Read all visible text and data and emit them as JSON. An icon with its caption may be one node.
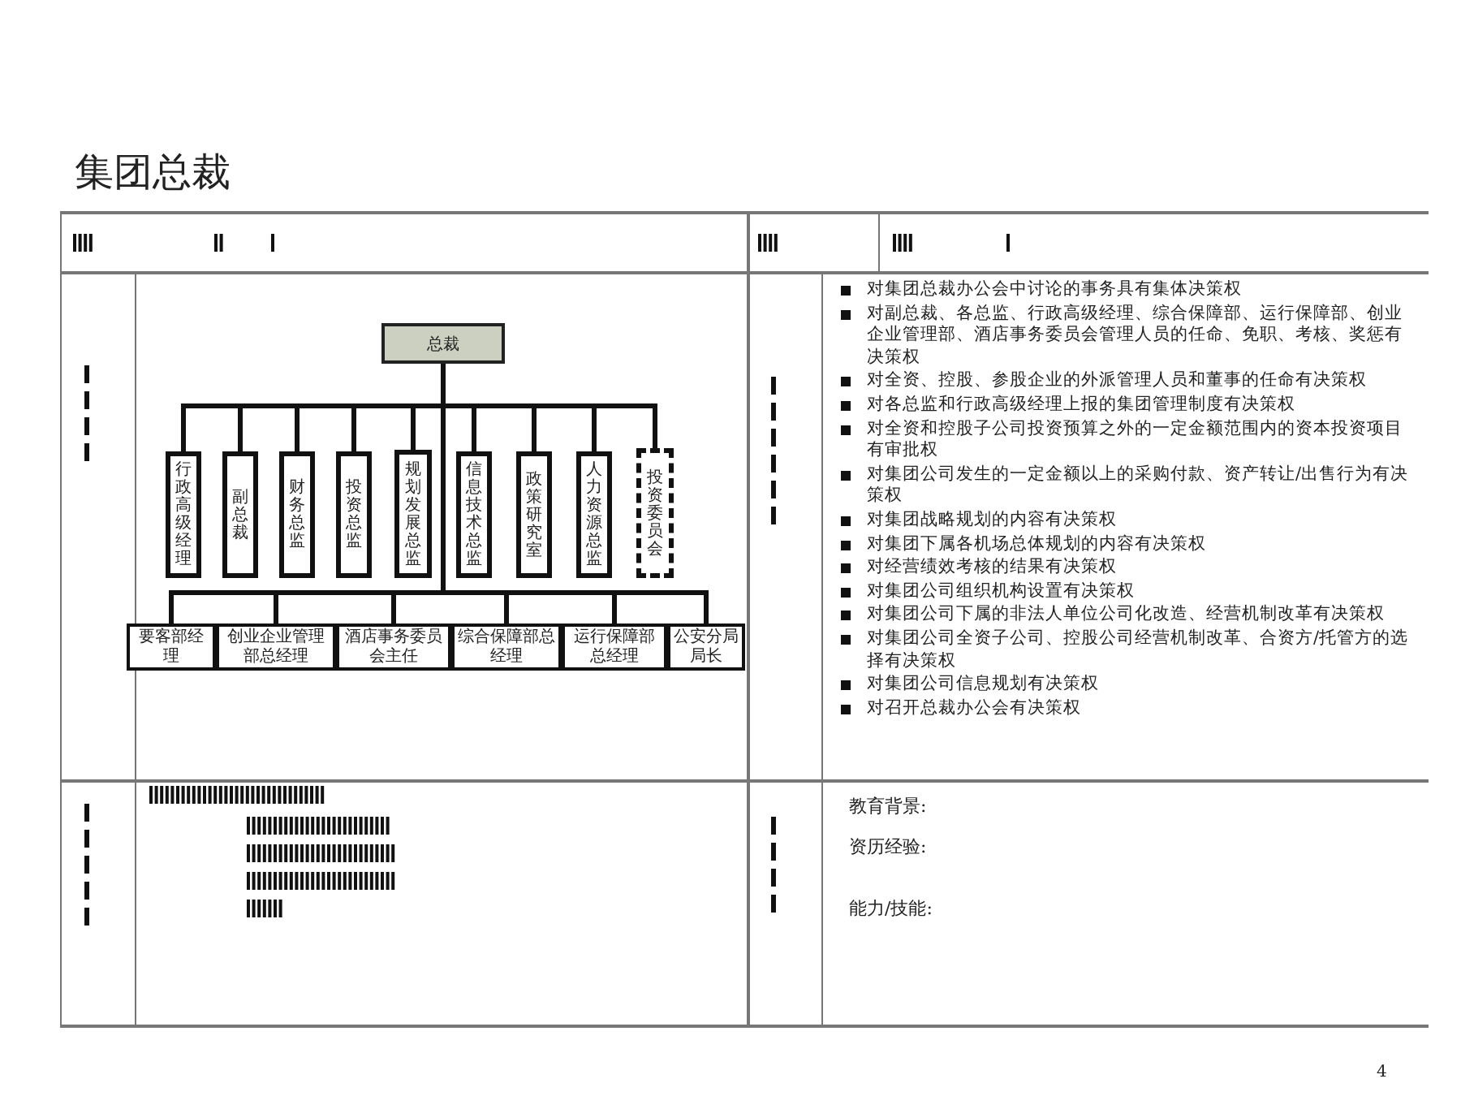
{
  "diagram": {
    "title": "集团总裁",
    "nodes": [
      {
        "text": [
          "总裁"
        ]
      },
      {
        "text": [
          "行政高级经理"
        ]
      },
      {
        "text": [
          "副总裁"
        ]
      },
      {
        "text": [
          "财务总监"
        ]
      },
      {
        "text": [
          "投资总监"
        ]
      },
      {
        "text": [
          "规划发展总监"
        ]
      },
      {
        "text": [
          "信息技术总监"
        ]
      },
      {
        "text": [
          "政策研究室"
        ]
      },
      {
        "text": [
          "人力资源总监"
        ]
      },
      {
        "text": [
          "投资委员会"
        ]
      },
      {
        "text": [
          "要客部经理"
        ]
      },
      {
        "text": [
          "创业企业管理部总经理"
        ]
      },
      {
        "text": [
          "酒店事务委员会主任"
        ]
      },
      {
        "text": [
          "综合保障部总经理"
        ]
      },
      {
        "text": [
          "运行保障部总经理"
        ]
      },
      {
        "text": [
          "公安分局局长"
        ]
      }
    ],
    "edges": [
      {
        "from": 0,
        "to": 1,
        "arrow": "none"
      },
      {
        "from": 0,
        "to": 2,
        "arrow": "none"
      },
      {
        "from": 0,
        "to": 3,
        "arrow": "none"
      },
      {
        "from": 0,
        "to": 4,
        "arrow": "none"
      },
      {
        "from": 0,
        "to": 5,
        "arrow": "none"
      },
      {
        "from": 0,
        "to": 6,
        "arrow": "none"
      },
      {
        "from": 0,
        "to": 7,
        "arrow": "none"
      },
      {
        "from": 0,
        "to": 8,
        "arrow": "none"
      },
      {
        "from": 0,
        "to": 9,
        "arrow": "none"
      },
      {
        "from": 0,
        "to": 10,
        "arrow": "none"
      },
      {
        "from": 0,
        "to": 11,
        "arrow": "none"
      },
      {
        "from": 0,
        "to": 12,
        "arrow": "none"
      },
      {
        "from": 0,
        "to": 13,
        "arrow": "none"
      },
      {
        "from": 0,
        "to": 14,
        "arrow": "none"
      },
      {
        "from": 0,
        "to": 15,
        "arrow": "none"
      }
    ],
    "labels": [
      "对集团总裁办公会中讨论的事务具有集体决策权",
      "对副总裁、各总监、行政高级经理、综合保障部、运行保障部、创业企业管理部、酒店事务委员会管理人员的任命、免职、考核、奖惩有决策权",
      "对全资、控股、参股企业的外派管理人员和董事的任命有决策权",
      "对各总监和行政高级经理上报的集团管理制度有决策权",
      "对全资和控股子公司投资预算之外的一定金额范围内的资本投资项目有审批权",
      "对集团公司发生的一定金额以上的采购付款、资产转让/出售行为有决策权",
      "对集团战略规划的内容有决策权",
      "对集团下属各机场总体规划的内容有决策权",
      "对经营绩效考核的结果有决策权",
      "对集团公司组织机构设置有决策权",
      "对集团公司下属的非法人单位公司化改造、经营机制改革有决策权",
      "对集团公司全资子公司、控股公司经营机制改革、合资方/托管方的选择有决策权",
      "对集团公司信息规划有决策权",
      "对召开总裁办公会有决策权",
      "教育背景:",
      "资历经验:",
      "能力/技能:",
      "4"
    ]
  }
}
